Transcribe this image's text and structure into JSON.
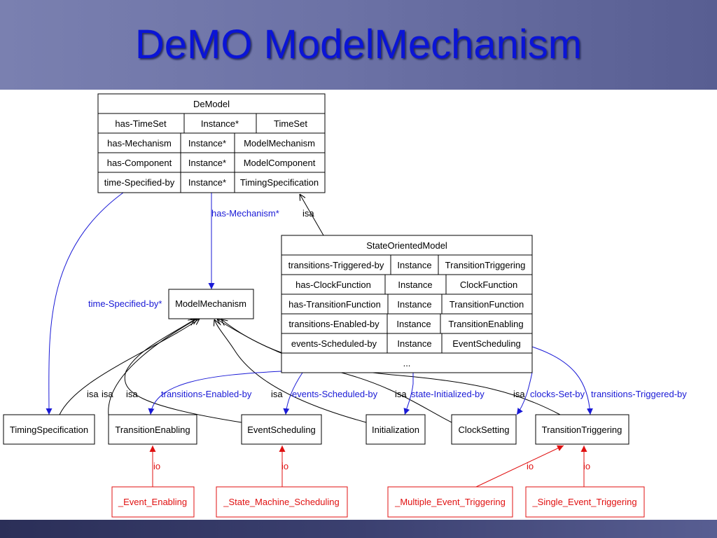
{
  "slide": {
    "title": "DeMO ModelMechanism"
  },
  "colors": {
    "header": "#6b71a5",
    "title": "#0a14d6",
    "black_edge": "#000000",
    "blue_edge": "#1a1ad6",
    "red_edge": "#e01010"
  },
  "demodel": {
    "name": "DeModel",
    "rows": [
      [
        "has-TimeSet",
        "Instance*",
        "TimeSet"
      ],
      [
        "has-Mechanism",
        "Instance*",
        "ModelMechanism"
      ],
      [
        "has-Component",
        "Instance*",
        "ModelComponent"
      ],
      [
        "time-Specified-by",
        "Instance*",
        "TimingSpecification"
      ]
    ]
  },
  "stateoriented": {
    "name": "StateOrientedModel",
    "rows": [
      [
        "transitions-Triggered-by",
        "Instance",
        "TransitionTriggering"
      ],
      [
        "has-ClockFunction",
        "Instance",
        "ClockFunction"
      ],
      [
        "has-TransitionFunction",
        "Instance",
        "TransitionFunction"
      ],
      [
        "transitions-Enabled-by",
        "Instance",
        "TransitionEnabling"
      ],
      [
        "events-Scheduled-by",
        "Instance",
        "EventScheduling"
      ]
    ],
    "ellipsis": "..."
  },
  "nodes": {
    "model_mechanism": "ModelMechanism",
    "timing_specification": "TimingSpecification",
    "transition_enabling": "TransitionEnabling",
    "event_scheduling": "EventScheduling",
    "initialization": "Initialization",
    "clock_setting": "ClockSetting",
    "transition_triggering": "TransitionTriggering"
  },
  "instances": {
    "event_enabling": "_Event_Enabling",
    "state_machine_scheduling": "_State_Machine_Scheduling",
    "multiple_event_triggering": "_Multiple_Event_Triggering",
    "single_event_triggering": "_Single_Event_Triggering"
  },
  "edge_labels": {
    "has_mechanism": "has-Mechanism*",
    "isa": "isa",
    "time_specified_by": "time-Specified-by*",
    "transitions_enabled_by": "transitions-Enabled-by",
    "events_scheduled_by": "events-Scheduled-by",
    "state_initialized_by": "state-Initialized-by",
    "clocks_set_by": "clocks-Set-by",
    "transitions_triggered_by": "transitions-Triggered-by",
    "io": "io"
  }
}
